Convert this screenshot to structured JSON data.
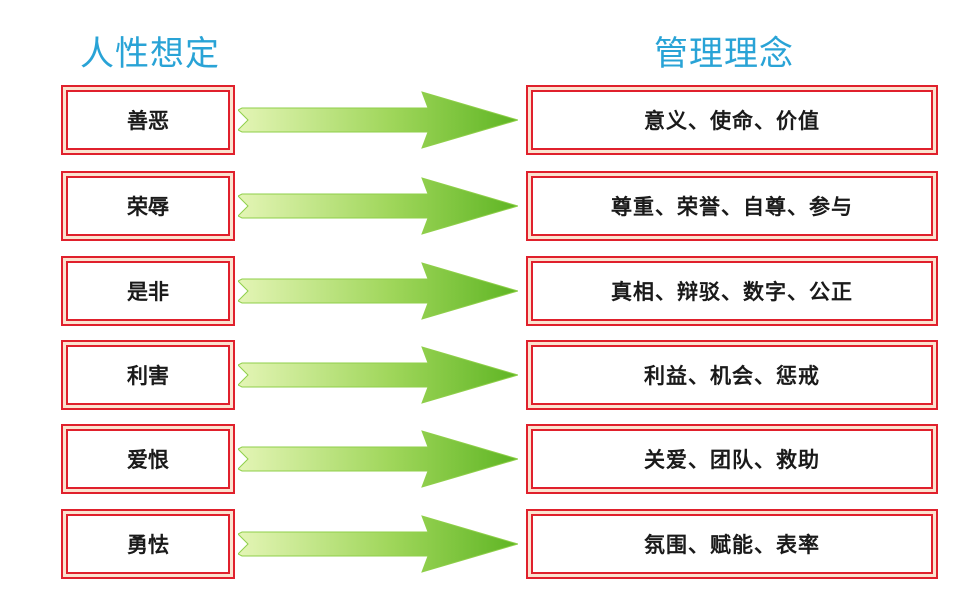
{
  "headers": {
    "left": "人性想定",
    "right": "管理理念"
  },
  "rows": [
    {
      "left": "善恶",
      "right": "意义、使命、价值"
    },
    {
      "left": "荣辱",
      "right": "尊重、荣誉、自尊、参与"
    },
    {
      "left": "是非",
      "right": "真相、辩驳、数字、公正"
    },
    {
      "left": "利害",
      "right": "利益、机会、惩戒"
    },
    {
      "left": "爱恨",
      "right": "关爱、团队、救助"
    },
    {
      "left": "勇怯",
      "right": "氛围、赋能、表率"
    }
  ],
  "colors": {
    "header": "#29a3d6",
    "box_border": "#e0202c",
    "box_inner_band": "#fbe3d0",
    "arrow_light": "#d4ef9c",
    "arrow_dark": "#6bbf2a"
  }
}
